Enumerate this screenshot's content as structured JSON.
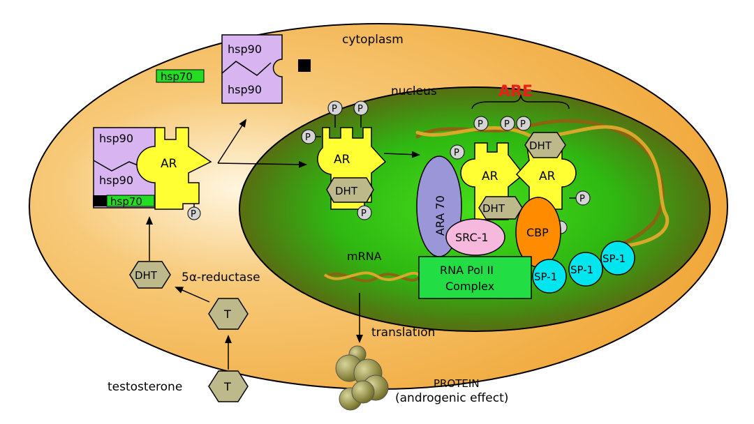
{
  "labels": {
    "cytoplasm": "cytoplasm",
    "nucleus": "nucleus",
    "are": "ARE",
    "mrna": "mRNA",
    "translation": "translation",
    "protein_line1": "PROTEIN",
    "protein_line2": "(androgenic effect)",
    "five_alpha_reductase": "5α-reductase",
    "testosterone": "testosterone"
  },
  "molecules": {
    "hsp90": "hsp90",
    "hsp70": "hsp70",
    "ar": "AR",
    "dht": "DHT",
    "t": "T",
    "p": "P",
    "ara70": "ARA 70",
    "src1": "SRC-1",
    "cbp": "CBP",
    "rna_pol_line1": "RNA Pol II",
    "rna_pol_line2": "Complex",
    "sp1": "SP-1"
  },
  "colors": {
    "cytoplasm": "#f2a93b",
    "nucleus_center": "#3fcf1c",
    "nucleus_edge": "#6b5a10",
    "hsp90": "#d8b4f0",
    "hsp70": "#22dd22",
    "ar": "#ffff33",
    "dht": "#bdb98a",
    "phosphate": "#d4d4d4",
    "ara70": "#9a96d8",
    "src1": "#f7b8dd",
    "cbp": "#ff8c00",
    "rna_pol": "#22dd44",
    "sp1": "#00e5ee",
    "protein": "#8e8a3a",
    "are_label": "#e8201a",
    "dna": "#c8961a"
  }
}
